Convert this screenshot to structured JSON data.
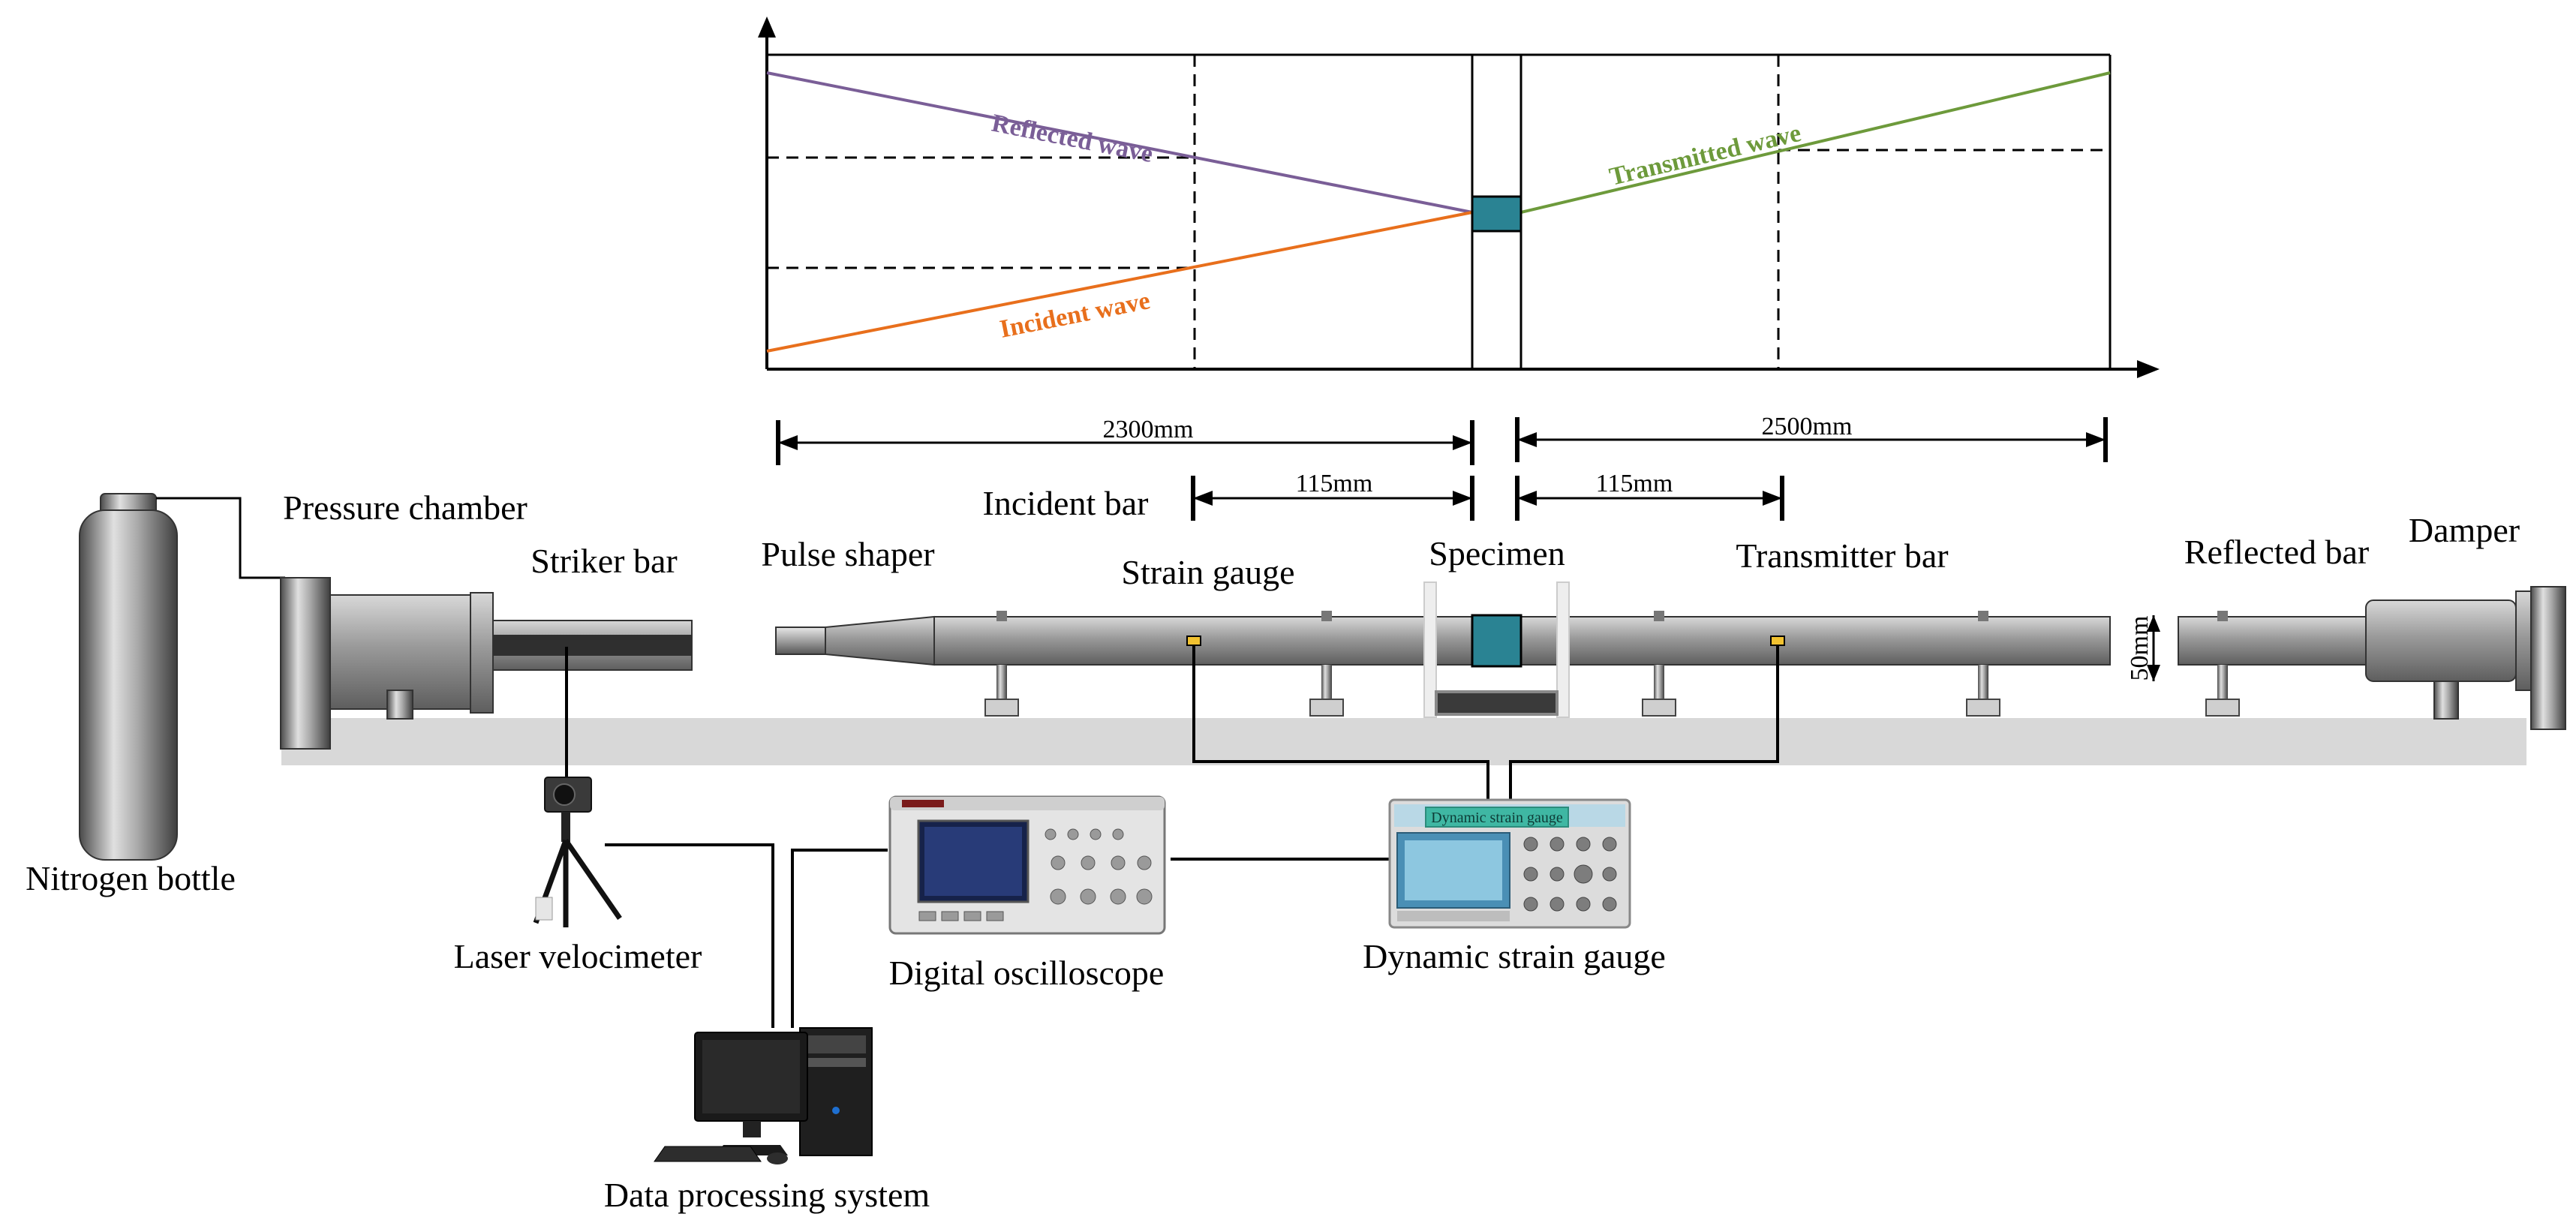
{
  "wave_diagram": {
    "reflected_label": "Reflected wave",
    "incident_label": "Incident wave",
    "transmitted_label": "Transmitted wave",
    "colors": {
      "reflected": "#7a5e97",
      "incident": "#e86f1c",
      "transmitted": "#6d9a3b",
      "specimen": "#2a8393"
    }
  },
  "dimensions": {
    "incident_length": "2300mm",
    "transmitter_length": "2500mm",
    "gauge_offset_incident": "115mm",
    "gauge_offset_transmitter": "115mm",
    "bar_diameter": "50mm"
  },
  "components": {
    "pressure_chamber": "Pressure chamber",
    "striker_bar": "Striker bar",
    "pulse_shaper": "Pulse shaper",
    "incident_bar": "Incident bar",
    "strain_gauge": "Strain gauge",
    "specimen": "Specimen",
    "transmitter_bar": "Transmitter bar",
    "reflected_bar": "Reflected bar",
    "damper": "Damper",
    "nitrogen_bottle": "Nitrogen bottle",
    "laser_velocimeter": "Laser velocimeter",
    "digital_oscilloscope": "Digital oscilloscope",
    "dynamic_strain_gauge": "Dynamic strain gauge",
    "data_processing_system": "Data processing system",
    "dsg_screen_label": "Dynamic strain gauge"
  }
}
